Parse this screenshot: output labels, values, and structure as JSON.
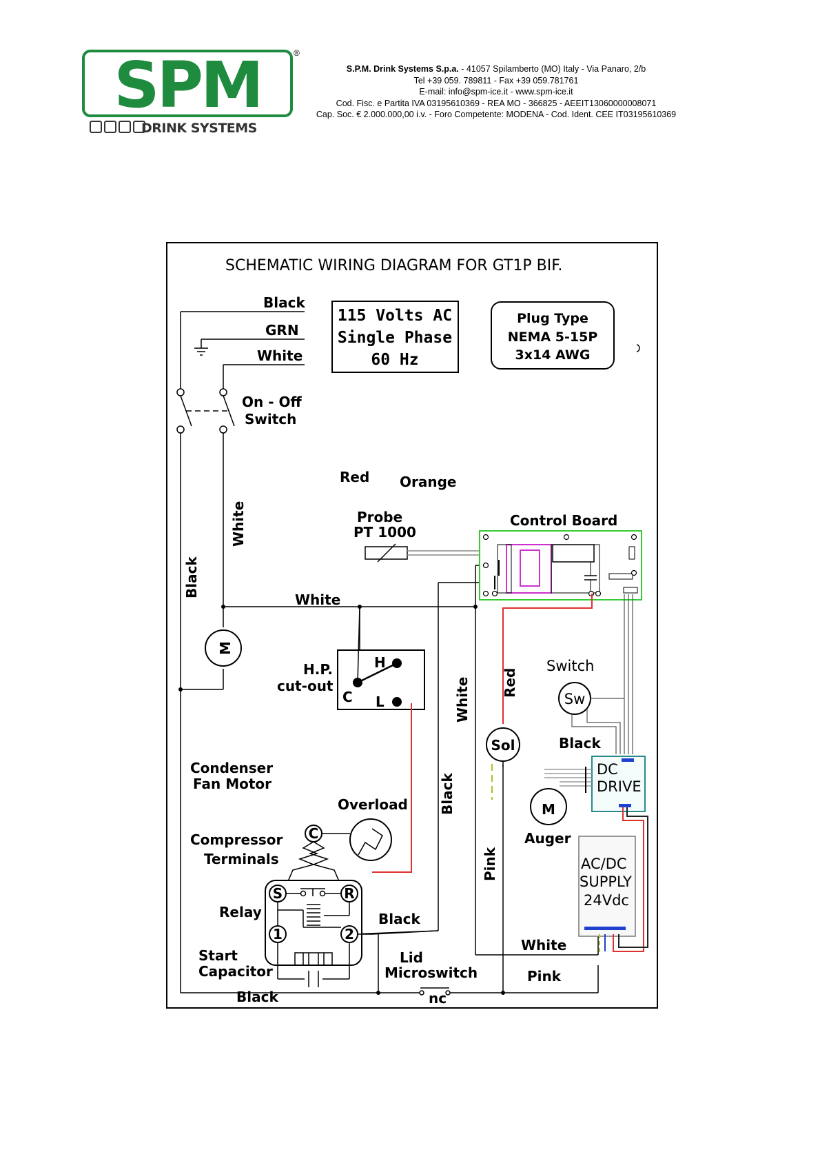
{
  "header": {
    "logo_text": "SPM",
    "logo_registered": "®",
    "logo_subtitle": "DRINK SYSTEMS",
    "company_name": "S.P.M. Drink Systems S.p.a.",
    "address": "- 41057 Spilamberto (MO) Italy - Via Panaro, 2/b",
    "phone": "Tel +39 059. 789811 - Fax +39 059.781761",
    "email": "E-mail: info@spm-ice.it  - www.spm-ice.it",
    "tax": "Cod. Fisc. e Partita IVA 03195610369 - REA MO - 366825 - AEEIT13060000008071",
    "capital": "Cap. Soc. € 2.000.000,00 i.v. - Foro Competente: MODENA - Cod. Ident. CEE IT03195610369"
  },
  "diagram": {
    "title": "SCHEMATIC WIRING DIAGRAM FOR GT1P  BIF.",
    "power_box": [
      "115 Volts AC",
      "Single Phase",
      "60 Hz"
    ],
    "plug_box": [
      "Plug Type",
      "NEMA 5-15P",
      "3x14 AWG"
    ],
    "wire_labels": {
      "black_top": "Black",
      "grn": "GRN",
      "white_top": "White",
      "on_off_1": "On - Off",
      "on_off_2": "Switch",
      "red": "Red",
      "orange": "Orange",
      "probe_1": "Probe",
      "probe_2": "PT 1000",
      "control_board": "Control Board",
      "white_vertical": "White",
      "black_vertical": "Black",
      "white_horizontal": "White",
      "hp_1": "H.P.",
      "hp_2": "cut-out",
      "hp_h": "H",
      "hp_c": "C",
      "hp_l": "L",
      "switch": "Switch",
      "sw": "Sw",
      "white_mid_vertical": "White",
      "red_vertical": "Red",
      "sol": "Sol",
      "black_dc": "Black",
      "condenser_1": "Condenser",
      "condenser_2": "Fan  Motor",
      "overload": "Overload",
      "black_mid_vertical": "Black",
      "dc_drive_1": "DC",
      "dc_drive_2": "DRIVE",
      "auger": "Auger",
      "motor_m": "M",
      "auger_m": "M",
      "compressor_1": "Compressor",
      "compressor_2": "Terminals",
      "term_c": "C",
      "term_s": "S",
      "term_r": "R",
      "term_1": "1",
      "term_2": "2",
      "pink_vertical": "Pink",
      "acdc_1": "AC/DC",
      "acdc_2": "SUPPLY",
      "acdc_3": "24Vdc",
      "relay": "Relay",
      "black_relay": "Black",
      "white_bottom": "White",
      "start_1": "Start",
      "start_2": "Capacitor",
      "lid_1": "Lid",
      "lid_2": "Microswitch",
      "pink_bottom": "Pink",
      "black_bottom": "Black",
      "nc": "nc"
    }
  },
  "colors": {
    "brand_green": "#1f8b3f",
    "board_green": "#33cc33",
    "board_magenta": "#cc33cc",
    "wire_red": "#e03030",
    "dc_teal": "#2a8a8a",
    "connector_blue": "#2040d0"
  }
}
